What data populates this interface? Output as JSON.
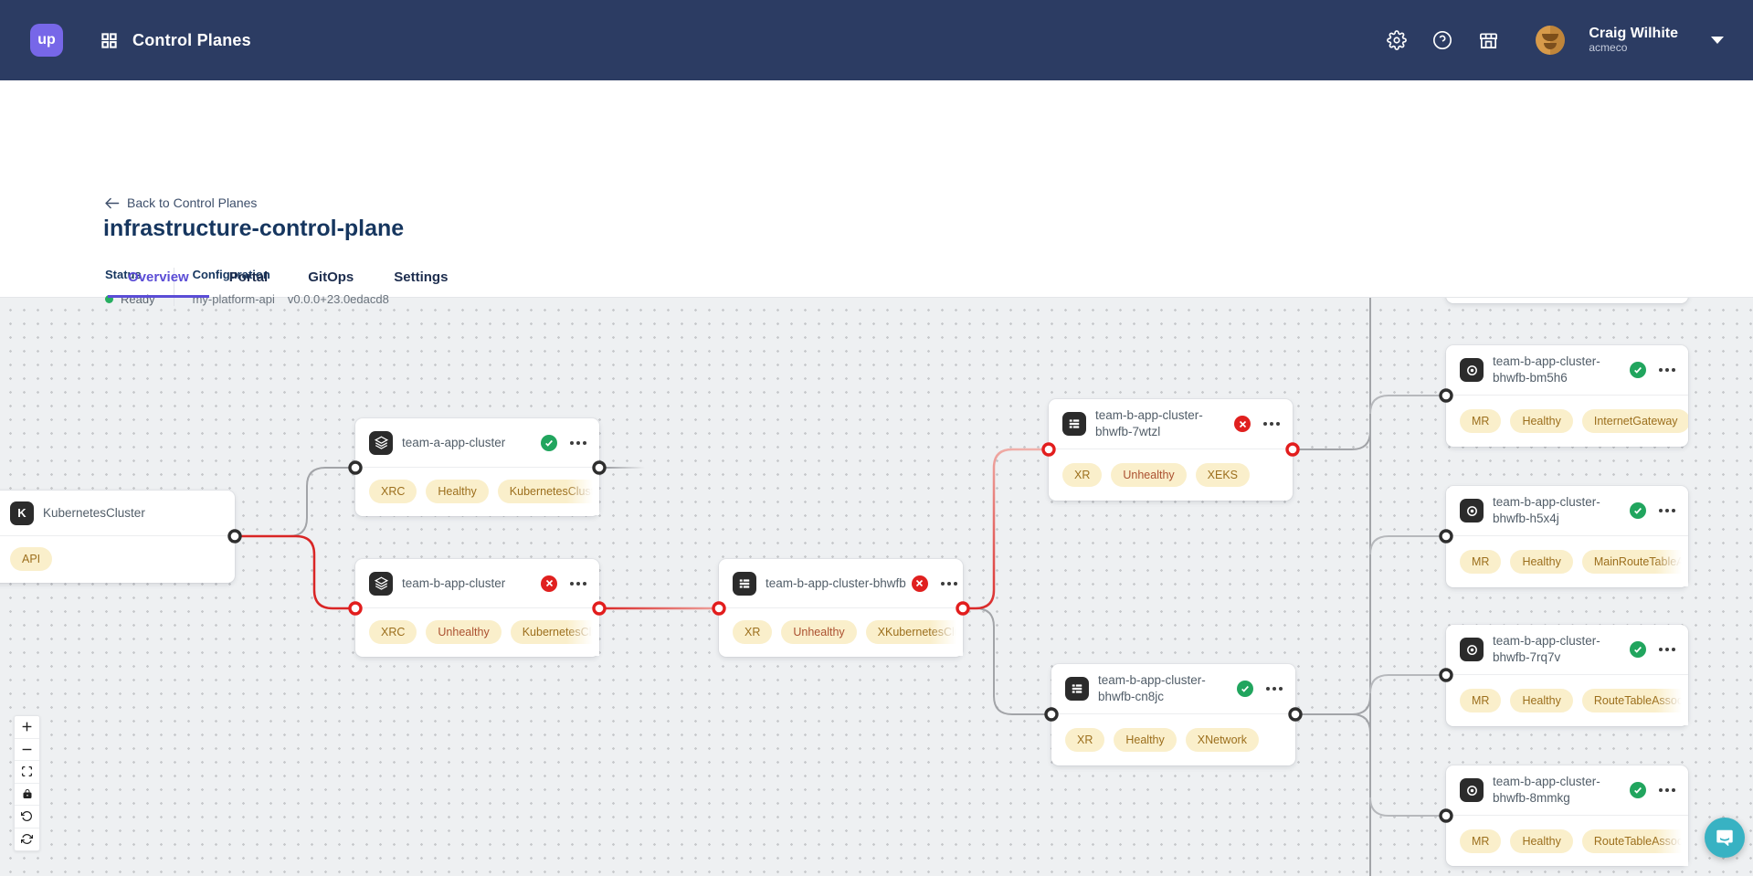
{
  "navbar": {
    "logo_text": "up",
    "app_title": "Control Planes",
    "icons": [
      "settings-icon",
      "help-icon",
      "marketplace-icon"
    ],
    "user": {
      "name": "Craig Wilhite",
      "org": "acmeco"
    }
  },
  "header": {
    "back_label": "Back to Control Planes",
    "title": "infrastructure-control-plane",
    "status_label": "Status",
    "status_value": "Ready",
    "config_label": "Configuration",
    "config_name": "my-platform-api",
    "config_version": "v0.0.0+23.0edacd8"
  },
  "tabs": [
    {
      "label": "Overview",
      "active": true
    },
    {
      "label": "Portal",
      "active": false
    },
    {
      "label": "GitOps",
      "active": false
    },
    {
      "label": "Settings",
      "active": false
    }
  ],
  "graph": {
    "nodes": [
      {
        "label": "KubernetesCluster",
        "icon": "kubernetes-icon",
        "status": "none",
        "badges": [
          "API"
        ]
      },
      {
        "label": "team-a-app-cluster",
        "icon": "layers-icon",
        "status": "healthy",
        "badges": [
          "XRC",
          "Healthy",
          "KubernetesCluster"
        ]
      },
      {
        "label": "team-b-app-cluster",
        "icon": "layers-icon",
        "status": "unhealthy",
        "badges": [
          "XRC",
          "Unhealthy",
          "KubernetesCluster"
        ]
      },
      {
        "label": "team-b-app-cluster-bhwfb",
        "icon": "composite-resource-icon",
        "status": "unhealthy",
        "badges": [
          "XR",
          "Unhealthy",
          "XKubernetesCluster"
        ]
      },
      {
        "label": "team-b-app-cluster-bhwfb-7wtzl",
        "icon": "composite-resource-icon",
        "status": "unhealthy",
        "badges": [
          "XR",
          "Unhealthy",
          "XEKS"
        ]
      },
      {
        "label": "team-b-app-cluster-bhwfb-cn8jc",
        "icon": "composite-resource-icon",
        "status": "healthy",
        "badges": [
          "XR",
          "Healthy",
          "XNetwork"
        ]
      },
      {
        "label": "team-b-app-cluster-bhwfb-bm5h6",
        "icon": "managed-resource-icon",
        "status": "healthy",
        "badges": [
          "MR",
          "Healthy",
          "InternetGateway"
        ]
      },
      {
        "label": "team-b-app-cluster-bhwfb-h5x4j",
        "icon": "managed-resource-icon",
        "status": "healthy",
        "badges": [
          "MR",
          "Healthy",
          "MainRouteTableAssoc"
        ]
      },
      {
        "label": "team-b-app-cluster-bhwfb-7rq7v",
        "icon": "managed-resource-icon",
        "status": "healthy",
        "badges": [
          "MR",
          "Healthy",
          "RouteTableAssociatio"
        ]
      },
      {
        "label": "team-b-app-cluster-bhwfb-8mmkg",
        "icon": "managed-resource-icon",
        "status": "healthy",
        "badges": [
          "MR",
          "Healthy",
          "RouteTableAssociatio"
        ]
      }
    ],
    "edges": [
      {
        "from": "KubernetesCluster",
        "to": "team-a-app-cluster",
        "color": "gray"
      },
      {
        "from": "KubernetesCluster",
        "to": "team-b-app-cluster",
        "color": "red"
      },
      {
        "from": "team-a-app-cluster",
        "to": "offscreen",
        "color": "gray-fade"
      },
      {
        "from": "team-b-app-cluster",
        "to": "team-b-app-cluster-bhwfb",
        "color": "red"
      },
      {
        "from": "team-b-app-cluster-bhwfb",
        "to": "team-b-app-cluster-bhwfb-7wtzl",
        "color": "red"
      },
      {
        "from": "team-b-app-cluster-bhwfb",
        "to": "team-b-app-cluster-bhwfb-cn8jc",
        "color": "gray"
      },
      {
        "from": "trunk",
        "to": "team-b-app-cluster-bhwfb-bm5h6",
        "color": "gray"
      },
      {
        "from": "trunk",
        "to": "team-b-app-cluster-bhwfb-h5x4j",
        "color": "gray"
      },
      {
        "from": "trunk",
        "to": "team-b-app-cluster-bhwfb-7rq7v",
        "color": "gray"
      },
      {
        "from": "trunk",
        "to": "team-b-app-cluster-bhwfb-8mmkg",
        "color": "gray"
      }
    ]
  },
  "zoom_controls": [
    "zoom-in",
    "zoom-out",
    "fit-view",
    "lock",
    "rotate",
    "refresh"
  ],
  "colors": {
    "navbar": "#2c3c63",
    "accent_purple": "#5b4dd6",
    "logo_purple": "#7767e8",
    "status_green": "#27ae60",
    "healthy_green": "#21a55e",
    "error_red": "#e0201f",
    "edge_red": "#d92525",
    "edge_gray": "#a2a4a8",
    "badge_bg": "#faefcb",
    "badge_text": "#9c6f1d",
    "badge_unhealthy_text": "#ab5130",
    "canvas_bg": "#eef0f2",
    "intercom_teal": "#38b2c3"
  }
}
